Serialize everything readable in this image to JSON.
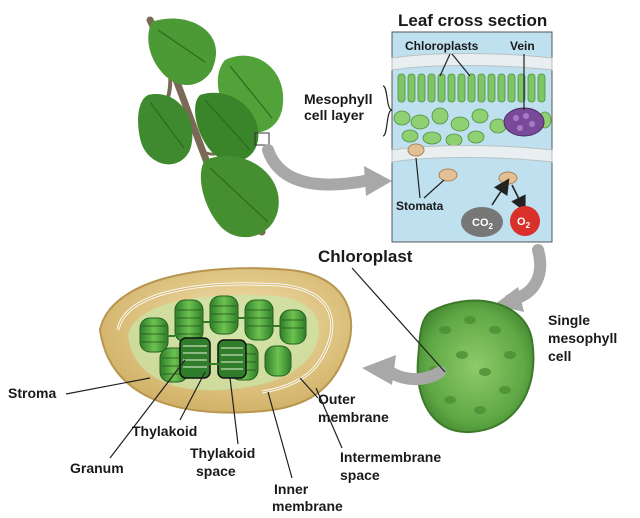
{
  "labels": {
    "leaf_cross_section": "Leaf cross section",
    "chloroplasts": "Chloroplasts",
    "vein": "Vein",
    "mesophyll_line1": "Mesophyll",
    "mesophyll_line2": "cell layer",
    "stomata": "Stomata",
    "co2_main": "CO",
    "co2_sub": "2",
    "o2_main": "O",
    "o2_sub": "2",
    "chloroplast": "Chloroplast",
    "single_line1": "Single",
    "single_line2": "mesophyll",
    "single_line3": "cell",
    "stroma": "Stroma",
    "thylakoid": "Thylakoid",
    "granum": "Granum",
    "thylakoid_space_line1": "Thylakoid",
    "thylakoid_space_line2": "space",
    "inner_line1": "Inner",
    "inner_line2": "membrane",
    "outer_line1": "Outer",
    "outer_line2": "membrane",
    "intermembrane_line1": "Intermembrane",
    "intermembrane_line2": "space"
  },
  "colors": {
    "leaf": "#3f8a2e",
    "leaf_dark": "#2b6a1f",
    "section_bg": "#bfe0ef",
    "chloroplast_green": "#6cb45a",
    "vein_purple": "#7a4a9a",
    "co2_gray": "#777777",
    "o2_red": "#d9302a",
    "arrow_gray": "#a8a8a8",
    "envelope": "#e3c98a"
  }
}
